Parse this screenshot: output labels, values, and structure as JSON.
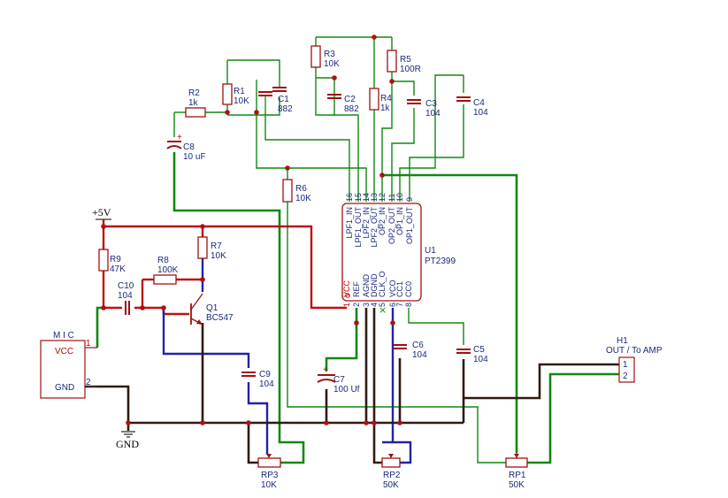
{
  "power": {
    "vcc_label": "+5V",
    "gnd_label": "GND"
  },
  "mic": {
    "title": "M I C",
    "pin1_name": "VCC",
    "pin2_name": "GND",
    "pin1_num": "1",
    "pin2_num": "2"
  },
  "ic": {
    "ref": "U1",
    "value": "PT2399",
    "top_pins": [
      {
        "num": "16",
        "name": "LPF1_IN"
      },
      {
        "num": "15",
        "name": "LPF1_OUT"
      },
      {
        "num": "14",
        "name": "LPF2_IN"
      },
      {
        "num": "13",
        "name": "LPF2_OUT"
      },
      {
        "num": "12",
        "name": "OP2_IN"
      },
      {
        "num": "11",
        "name": "OP2_OUT"
      },
      {
        "num": "10",
        "name": "OP1_IN"
      },
      {
        "num": "9",
        "name": "OP1_OUT"
      }
    ],
    "bottom_pins": [
      {
        "num": "1",
        "name": "VCC"
      },
      {
        "num": "2",
        "name": "REF"
      },
      {
        "num": "3",
        "name": "AGND"
      },
      {
        "num": "4",
        "name": "DGND"
      },
      {
        "num": "5",
        "name": "CLK_O"
      },
      {
        "num": "6",
        "name": "VCO"
      },
      {
        "num": "7",
        "name": "CC1"
      },
      {
        "num": "8",
        "name": "CC0"
      }
    ]
  },
  "components": {
    "R1": {
      "ref": "R1",
      "value": "10K"
    },
    "R2": {
      "ref": "R2",
      "value": "1k"
    },
    "R3": {
      "ref": "R3",
      "value": "10K"
    },
    "R4": {
      "ref": "R4",
      "value": "1k"
    },
    "R5": {
      "ref": "R5",
      "value": "100R"
    },
    "R6": {
      "ref": "R6",
      "value": "10K"
    },
    "R7": {
      "ref": "R7",
      "value": "10K"
    },
    "R8": {
      "ref": "R8",
      "value": "100K"
    },
    "R9": {
      "ref": "R9",
      "value": "47K"
    },
    "C1": {
      "ref": "C1",
      "value": "882"
    },
    "C2": {
      "ref": "C2",
      "value": "882"
    },
    "C3": {
      "ref": "C3",
      "value": "104"
    },
    "C4": {
      "ref": "C4",
      "value": "104"
    },
    "C5": {
      "ref": "C5",
      "value": "104"
    },
    "C6": {
      "ref": "C6",
      "value": "104"
    },
    "C7": {
      "ref": "C7",
      "value": "100 Uf"
    },
    "C8": {
      "ref": "C8",
      "value": "10 uF"
    },
    "C9": {
      "ref": "C9",
      "value": "104"
    },
    "C10": {
      "ref": "C10",
      "value": "104"
    },
    "Q1": {
      "ref": "Q1",
      "value": "BC547"
    },
    "RP1": {
      "ref": "RP1",
      "value": "50K"
    },
    "RP2": {
      "ref": "RP2",
      "value": "50K"
    },
    "RP3": {
      "ref": "RP3",
      "value": "10K"
    }
  },
  "header": {
    "ref": "H1",
    "value": "OUT / To AMP",
    "pin1": "1",
    "pin2": "2"
  },
  "colors": {
    "net_green": "#118811",
    "net_red": "#bb1111",
    "net_blue": "#2222aa",
    "net_black": "#301a10",
    "component": "#a01010",
    "text": "#1a2a7a"
  }
}
